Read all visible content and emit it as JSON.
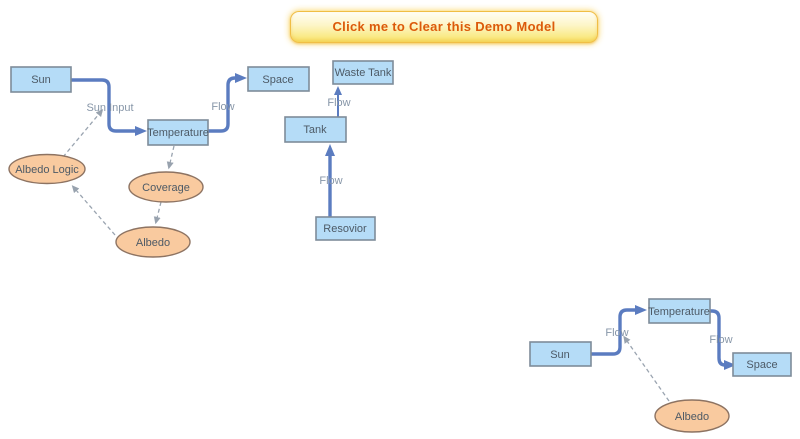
{
  "button": {
    "label": "Click me to Clear this Demo Model"
  },
  "diagram": {
    "stocks": [
      {
        "id": "sun-1",
        "label": "Sun"
      },
      {
        "id": "space-1",
        "label": "Space"
      },
      {
        "id": "waste-tank",
        "label": "Waste Tank"
      },
      {
        "id": "temperature-1",
        "label": "Temperature"
      },
      {
        "id": "tank",
        "label": "Tank"
      },
      {
        "id": "resovior",
        "label": "Resovior"
      },
      {
        "id": "sun-2",
        "label": "Sun"
      },
      {
        "id": "temperature-2",
        "label": "Temperature"
      },
      {
        "id": "space-2",
        "label": "Space"
      }
    ],
    "variables": [
      {
        "id": "albedo-logic",
        "label": "Albedo Logic"
      },
      {
        "id": "coverage",
        "label": "Coverage"
      },
      {
        "id": "albedo-1",
        "label": "Albedo"
      },
      {
        "id": "albedo-2",
        "label": "Albedo"
      }
    ],
    "flow_labels": [
      {
        "id": "sun-input",
        "label": "Sun Input"
      },
      {
        "id": "flow-temp1-space1",
        "label": "Flow"
      },
      {
        "id": "flow-tank-wastetank",
        "label": "Flow"
      },
      {
        "id": "flow-resovior-tank",
        "label": "Flow"
      },
      {
        "id": "flow-sun2-temp2",
        "label": "Flow"
      },
      {
        "id": "flow-temp2-space2",
        "label": "Flow"
      }
    ]
  },
  "colors": {
    "background": "#FFFFFF",
    "stock_fill": "#B5DCF7",
    "stock_border": "#7E8C99",
    "variable_fill": "#F9CA9F",
    "variable_border": "#8D7362",
    "flow_arrow": "#5B7CC0",
    "connector": "#9AA4B0",
    "flow_label_text": "#8796A8",
    "node_text": "#4D5A66",
    "button_text": "#DC5A0B",
    "button_gradient_top": "#FFFEF6",
    "button_gradient_bottom": "#F8E468",
    "button_border": "#F0BE45"
  }
}
